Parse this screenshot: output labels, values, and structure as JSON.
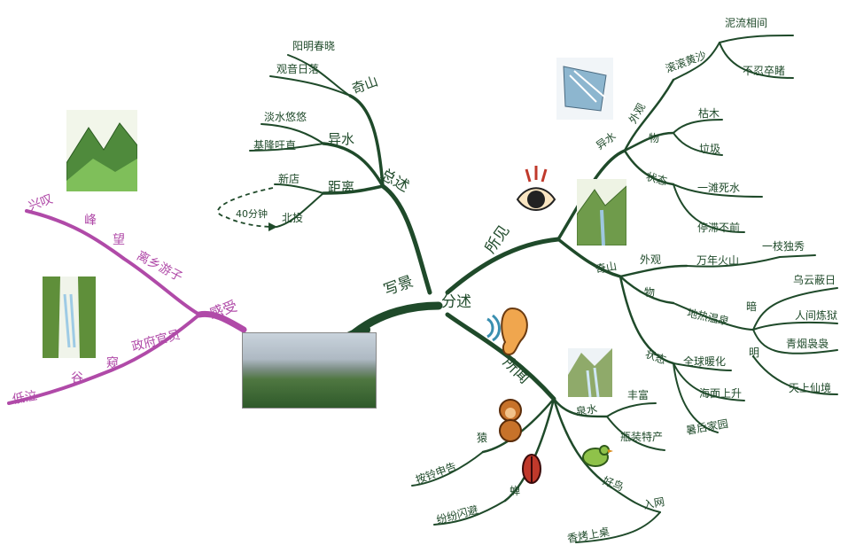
{
  "center": "分述",
  "left_branch": "写景",
  "left": {
    "zongshu": "总述",
    "qishan": "奇山",
    "qishan_items": [
      "阳明春晓",
      "观音日落"
    ],
    "yishui": "异水",
    "yishui_items": [
      "淡水悠悠",
      "基隆㕵直"
    ],
    "juli": "距离",
    "juli_items": [
      "新店",
      "北投"
    ],
    "duration": "40分钟"
  },
  "upper": {
    "label": "所见",
    "yishui": "异水",
    "waiguan": "外观",
    "waiguan_items": [
      "滚滚黄沙"
    ],
    "waiguan_sub": [
      "泥流相间",
      "不忍卒睹"
    ],
    "wu": "物",
    "wu_items": [
      "枯木",
      "垃圾"
    ],
    "zhuangtai": "状态",
    "zhuangtai_items": [
      "一滩死水",
      "停滞不前"
    ],
    "qishan": "奇山",
    "qs_waiguan": "外观",
    "qs_waiguan_item": "万年火山",
    "qs_waiguan_sub": "一枝独秀",
    "qs_wu": "物",
    "qs_wu_item": "地热温泉",
    "an": "暗",
    "an_items": [
      "乌云蔽日",
      "人间炼狱"
    ],
    "ming": "明",
    "ming_items": [
      "青烟袅袅",
      "天上仙境"
    ],
    "qs_zhuangtai": "状态",
    "qs_zhuangtai_items": [
      "全球暖化",
      "海面上升",
      "暑后家园"
    ]
  },
  "lower": {
    "label": "所闻",
    "quanshui": "泉水",
    "quanshui_items": [
      "丰富",
      "瓶装特产"
    ],
    "haoniao": "好鸟",
    "haoniao_item": "入网",
    "haoniao_sub": "香烤上桌",
    "yuan": "猿",
    "yuan_item": "按铃申告",
    "chan": "蝉",
    "chan_item": "纷纷闪避"
  },
  "feel": {
    "label": "感受",
    "feng": "峰",
    "wang": "望",
    "xingtan": "兴叹",
    "lixiang": "离乡游子",
    "gu": "谷",
    "kui": "窥",
    "diqi": "低泣",
    "zhengfu": "政府官员"
  },
  "colors": {
    "branch": "#1f4a2a",
    "feel": "#b04aa8"
  }
}
